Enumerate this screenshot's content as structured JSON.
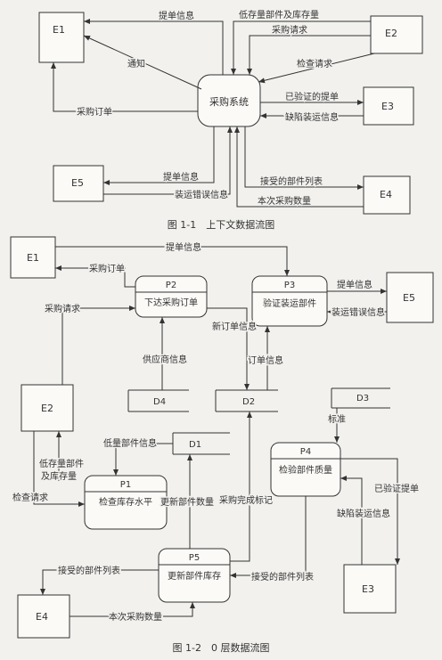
{
  "figure1": {
    "caption": "图 1-1　上下文数据流图",
    "entities": {
      "e1": "E1",
      "e2": "E2",
      "e3": "E3",
      "e4": "E4",
      "e5": "E5"
    },
    "process": "采购系统",
    "flows": {
      "tidan_e1": "提单信息",
      "dikucun": "低存量部件及库存量",
      "caigou_qingqiu": "采购请求",
      "tongzhi": "通知",
      "jiancha_qingqiu": "检查请求",
      "caigou_dingdan": "采购订单",
      "yiyanzheng_tidan": "已验证的提单",
      "quexian_zhuangyun": "缺陷装运信息",
      "tidan_e5": "提单信息",
      "zhuangyun_cuowu": "装运错误信息",
      "jieshou_bujian": "接受的部件列表",
      "benci_caigou": "本次采购数量"
    }
  },
  "figure2": {
    "caption": "图 1-2　0 层数据流图",
    "entities": {
      "e1": "E1",
      "e2": "E2",
      "e3": "E3",
      "e4": "E4",
      "e5": "E5"
    },
    "processes": {
      "p1": {
        "id": "P1",
        "name": "检查库存水平"
      },
      "p2": {
        "id": "P2",
        "name": "下达采购订单"
      },
      "p3": {
        "id": "P3",
        "name": "验证装运部件"
      },
      "p4": {
        "id": "P4",
        "name": "检验部件质量"
      },
      "p5": {
        "id": "P5",
        "name": "更新部件库存"
      }
    },
    "stores": {
      "d1": "D1",
      "d2": "D2",
      "d3": "D3",
      "d4": "D4"
    },
    "flows": {
      "tidan_e1_p3": "提单信息",
      "caigou_dingdan": "采购订单",
      "caigou_qingqiu": "采购请求",
      "tidan_p3_e5": "提单信息",
      "zhuangyun_cuowu": "装运错误信息",
      "xin_dingdan": "新订单信息",
      "gongyingshang": "供应商信息",
      "dingdan_xinxi": "订单信息",
      "biaozhun": "标准",
      "yiyanzheng_tidan": "已验证提单",
      "quexian_zhuangyun": "缺陷装运信息",
      "diliang_bujian": "低量部件信息",
      "dikucun_line1": "低存量部件",
      "dikucun_line2": "及库存量",
      "jiancha_qingqiu": "检查请求",
      "gengxin_bujian": "更新部件数量",
      "caigou_wancheng": "采购完成标记",
      "jieshou_p4_p5": "接受的部件列表",
      "jieshou_p5_e4": "接受的部件列表",
      "benci_caigou": "本次采购数量"
    }
  }
}
